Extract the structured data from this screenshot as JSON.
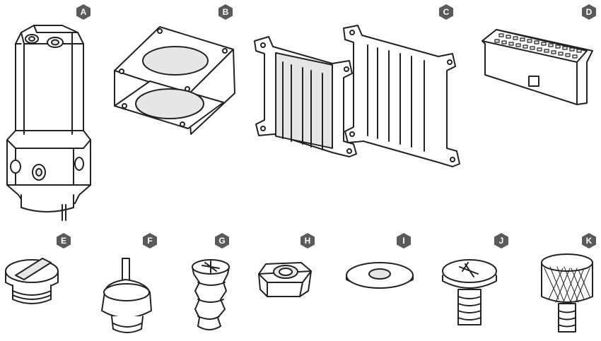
{
  "colors": {
    "ink": "#222222",
    "badge": "#5a5a5a",
    "badge_text": "#ffffff",
    "fill_light": "#ffffff",
    "fill_shade": "#e6e6e6"
  },
  "parts": [
    {
      "label": "A",
      "icon": "pump-reservoir-icon"
    },
    {
      "label": "B",
      "icon": "fan-mounting-bracket-icon"
    },
    {
      "label": "C",
      "icon": "mounting-plates-icon"
    },
    {
      "label": "D",
      "icon": "24-pin-connector-icon"
    },
    {
      "label": "E",
      "icon": "stop-fitting-icon"
    },
    {
      "label": "F",
      "icon": "fill-port-plug-icon"
    },
    {
      "label": "G",
      "icon": "self-tapping-screw-icon"
    },
    {
      "label": "H",
      "icon": "hex-nut-icon"
    },
    {
      "label": "I",
      "icon": "washer-icon"
    },
    {
      "label": "J",
      "icon": "pan-head-screw-icon"
    },
    {
      "label": "K",
      "icon": "thumb-screw-icon"
    }
  ]
}
